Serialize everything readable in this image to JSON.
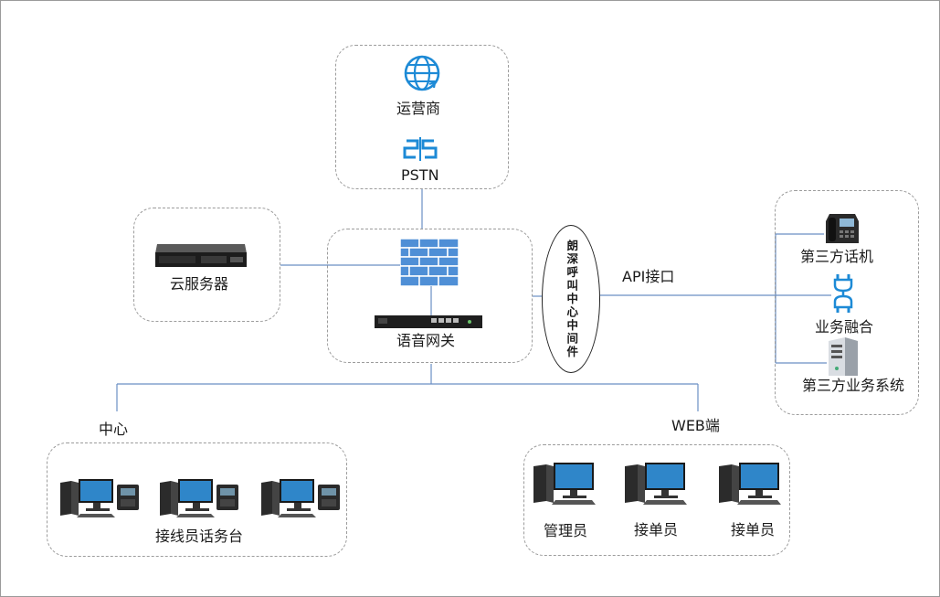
{
  "carrier_label": "运营商",
  "pstn_label": "PSTN",
  "cloud_server_label": "云服务器",
  "voice_gateway_label": "语音网关",
  "middleware_label": "朗深呼叫中心中间件",
  "api_label": "API接口",
  "third_party_phone_label": "第三方话机",
  "business_fusion_label": "业务融合",
  "third_party_system_label": "第三方业务系统",
  "center_label": "中心",
  "web_label": "WEB端",
  "operator_console_label": "接线员话务台",
  "admin_label": "管理员",
  "order_taker_label_1": "接单员",
  "order_taker_label_2": "接单员"
}
